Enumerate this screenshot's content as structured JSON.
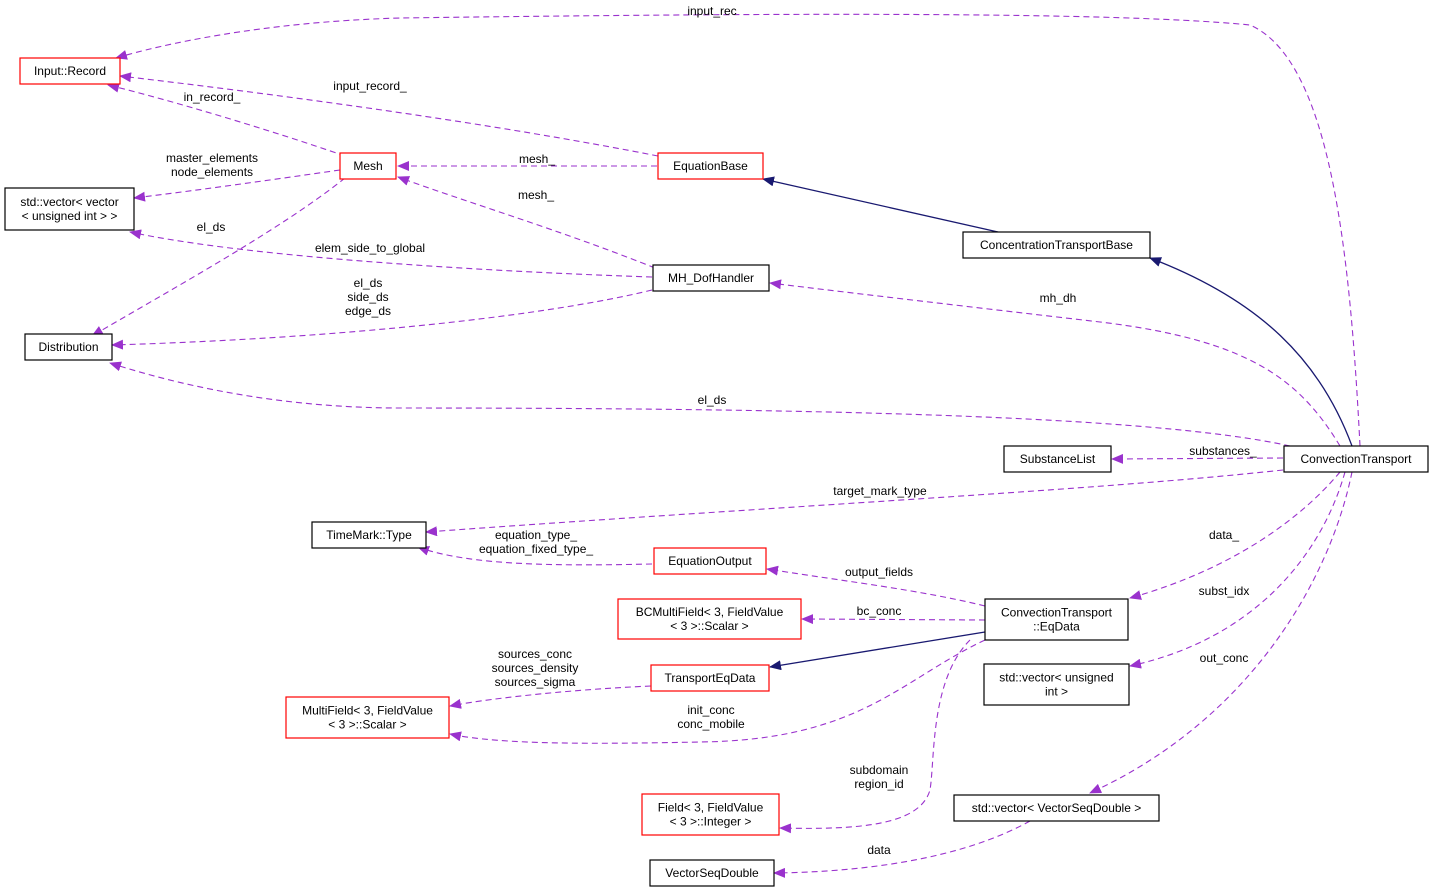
{
  "colors": {
    "ref_edge": "#9a32cd",
    "inherit_edge": "#191970",
    "node_red": "#ff0000",
    "node_black": "#000000",
    "highlight_fill": "#bfbfbf"
  },
  "nodes": {
    "convection_transport": {
      "lines": [
        "ConvectionTransport"
      ]
    },
    "input_record": {
      "lines": [
        "Input::Record"
      ]
    },
    "mesh": {
      "lines": [
        "Mesh"
      ]
    },
    "equation_base": {
      "lines": [
        "EquationBase"
      ]
    },
    "vector_vector_uint": {
      "lines": [
        "std::vector< vector",
        "< unsigned int > >"
      ]
    },
    "concentration_transport_base": {
      "lines": [
        "ConcentrationTransportBase"
      ]
    },
    "mh_dofhandler": {
      "lines": [
        "MH_DofHandler"
      ]
    },
    "distribution": {
      "lines": [
        "Distribution"
      ]
    },
    "substance_list": {
      "lines": [
        "SubstanceList"
      ]
    },
    "timemark_type": {
      "lines": [
        "TimeMark::Type"
      ]
    },
    "equation_output": {
      "lines": [
        "EquationOutput"
      ]
    },
    "bc_multifield": {
      "lines": [
        "BCMultiField< 3, FieldValue",
        "< 3 >::Scalar >"
      ]
    },
    "eqdata": {
      "lines": [
        "ConvectionTransport",
        "::EqData"
      ]
    },
    "transport_eqdata": {
      "lines": [
        "TransportEqData"
      ]
    },
    "multifield": {
      "lines": [
        "MultiField< 3, FieldValue",
        "< 3 >::Scalar >"
      ]
    },
    "vector_uint": {
      "lines": [
        "std::vector< unsigned",
        "int >"
      ]
    },
    "field_integer": {
      "lines": [
        "Field< 3, FieldValue",
        "< 3 >::Integer >"
      ]
    },
    "vector_vsd": {
      "lines": [
        "std::vector< VectorSeqDouble >"
      ]
    },
    "vector_seq_double": {
      "lines": [
        "VectorSeqDouble"
      ]
    }
  },
  "edge_labels": {
    "input_rec": [
      "input_rec"
    ],
    "input_record_": [
      "input_record_"
    ],
    "in_record_": [
      "in_record_"
    ],
    "mesh_eqbase": [
      "mesh_"
    ],
    "mesh_dof": [
      "mesh_"
    ],
    "master_node": [
      "master_elements",
      "node_elements"
    ],
    "el_ds_mesh": [
      "el_ds"
    ],
    "elem_side": [
      "elem_side_to_global"
    ],
    "dof_dist": [
      "el_ds",
      "side_ds",
      "edge_ds"
    ],
    "mh_dh": [
      "mh_dh"
    ],
    "el_ds_ct": [
      "el_ds"
    ],
    "substances": [
      "substances_"
    ],
    "target_mark": [
      "target_mark_type"
    ],
    "eq_type": [
      "equation_type_",
      "equation_fixed_type_"
    ],
    "output_fields": [
      "output_fields"
    ],
    "bc_conc": [
      "bc_conc"
    ],
    "data_": [
      "data_"
    ],
    "subst_idx": [
      "subst_idx"
    ],
    "sources": [
      "sources_conc",
      "sources_density",
      "sources_sigma"
    ],
    "init_conc": [
      "init_conc",
      "conc_mobile"
    ],
    "out_conc": [
      "out_conc"
    ],
    "subdomain": [
      "subdomain",
      "region_id"
    ],
    "data_vsd": [
      "data"
    ]
  }
}
